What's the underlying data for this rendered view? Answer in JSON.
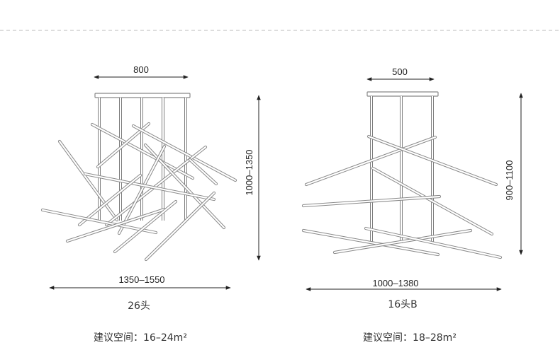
{
  "left": {
    "top_width": "800",
    "height_range": "1000–1350",
    "span_range": "1350–1550",
    "model": "26头",
    "room_label": "建议空间：16–24m²"
  },
  "right": {
    "top_width": "500",
    "height_range": "900–1100",
    "span_range": "1000–1380",
    "model": "16头B",
    "room_label": "建议空间：18–28m²"
  }
}
